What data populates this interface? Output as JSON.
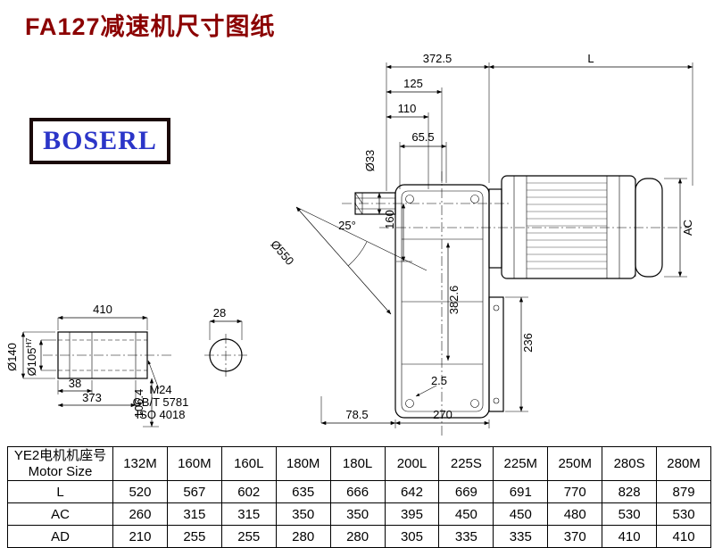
{
  "page": {
    "title": "FA127减速机尺寸图纸",
    "logo": "BOSERL"
  },
  "drawing": {
    "dims": {
      "w372_5": "372.5",
      "L": "L",
      "d125": "125",
      "d110": "110",
      "d65_5": "65.5",
      "dia33": "Ø33",
      "d160": "160",
      "a25": "25°",
      "dia550": "Ø550",
      "d382_6": "382.6",
      "AC": "AC",
      "d236": "236",
      "d2_5": "2.5",
      "d78_5": "78.5",
      "d270": "270",
      "d410": "410",
      "d28": "28",
      "d38": "38",
      "d373": "373",
      "dia140": "Ø140",
      "dia105": "Ø105",
      "dia105_t": "H7",
      "m24": "M24",
      "gbt": "GB/T 5781",
      "iso": "ISO 4018",
      "d106_4": "106.4"
    }
  },
  "table": {
    "header_line1": "YE2电机机座号",
    "header_line2": "Motor Size",
    "columns": [
      "132M",
      "160M",
      "160L",
      "180M",
      "180L",
      "200L",
      "225S",
      "225M",
      "250M",
      "280S",
      "280M"
    ],
    "rows": [
      {
        "label": "L",
        "values": [
          520,
          567,
          602,
          635,
          666,
          642,
          669,
          691,
          770,
          828,
          879
        ]
      },
      {
        "label": "AC",
        "values": [
          260,
          315,
          315,
          350,
          350,
          395,
          450,
          450,
          480,
          530,
          530
        ]
      },
      {
        "label": "AD",
        "values": [
          210,
          255,
          255,
          280,
          280,
          305,
          335,
          335,
          370,
          410,
          410
        ]
      }
    ]
  }
}
